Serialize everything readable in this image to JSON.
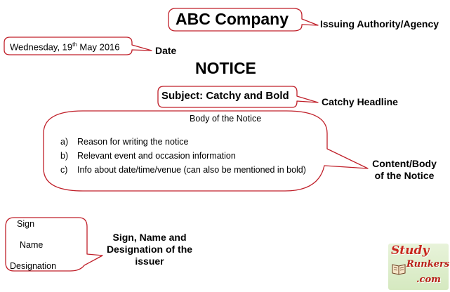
{
  "company": "ABC Company",
  "date": {
    "prefix": "Wednesday, 19",
    "ordinal": "th",
    "suffix": " May 2016"
  },
  "heading": "NOTICE",
  "subject": "Subject: Catchy and Bold",
  "body": {
    "title": "Body of the Notice",
    "items": [
      {
        "marker": "a)",
        "text": "Reason for writing the notice"
      },
      {
        "marker": "b)",
        "text": "Relevant event and occasion information"
      },
      {
        "marker": "c)",
        "text": "Info about date/time/venue (can also be mentioned in bold)"
      }
    ]
  },
  "signature": {
    "sign": "Sign",
    "name": "Name",
    "designation": "Designation"
  },
  "callouts": {
    "issuing": "Issuing Authority/Agency",
    "date": "Date",
    "headline": "Catchy Headline",
    "content_line1": "Content/Body",
    "content_line2": "of the Notice",
    "sign_line1": "Sign, Name and",
    "sign_line2": "Designation of the",
    "sign_line3": "issuer"
  },
  "logo": {
    "line1": "Study",
    "line2": "Runkers",
    "line3": ".com"
  },
  "colors": {
    "callout_outline": "#c0202a",
    "text": "#000000",
    "logo_text": "#c8281e",
    "logo_background": "#d5e9c0"
  }
}
